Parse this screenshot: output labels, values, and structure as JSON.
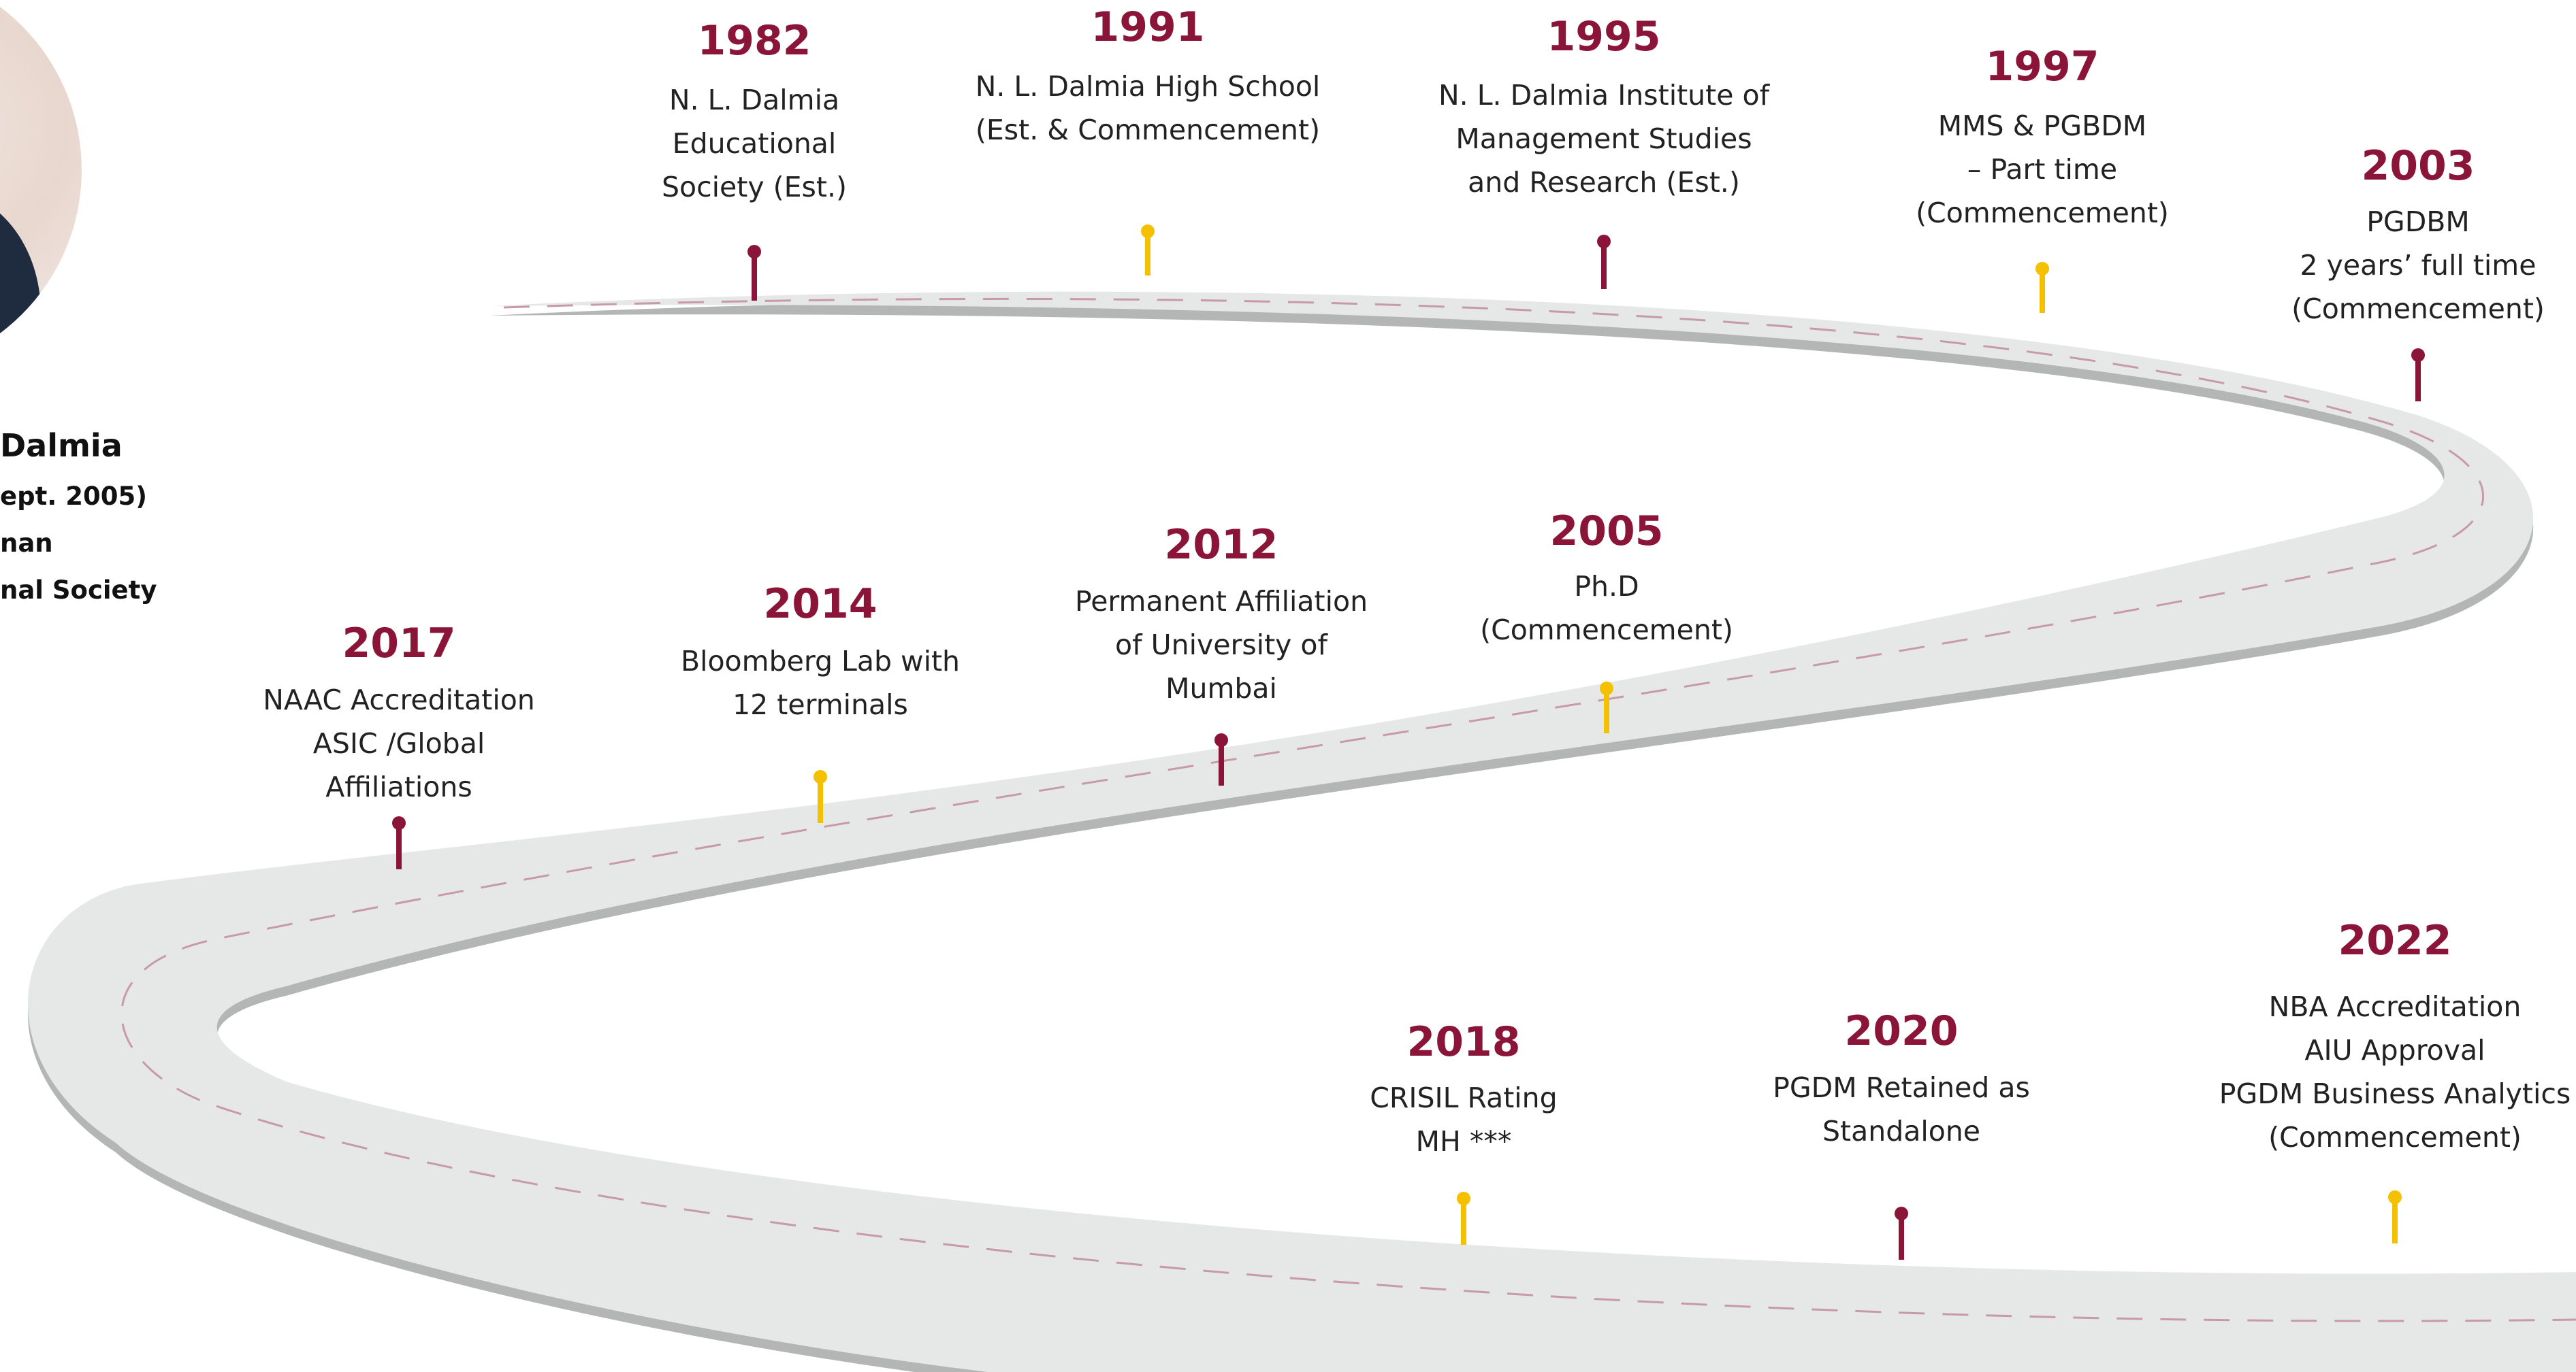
{
  "colors": {
    "accent": "#8b1538",
    "pin_maroon": "#8b1538",
    "pin_yellow": "#f5c000",
    "road": "#e6e7e7",
    "road_edge": "#b4b6b6",
    "road_center": "#c89aa8",
    "text": "#222222"
  },
  "founder": {
    "name": "Dalmia",
    "line2": "ept. 2005)",
    "line3": "nan",
    "line4": "nal Society"
  },
  "milestones": [
    {
      "year": "1982",
      "lines": [
        "N. L. Dalmia",
        "Educational",
        "Society (Est.)"
      ],
      "pin": "maroon"
    },
    {
      "year": "1991",
      "lines": [
        "N. L. Dalmia High School",
        "(Est. & Commencement)"
      ],
      "pin": "yellow"
    },
    {
      "year": "1995",
      "lines": [
        "N. L. Dalmia Institute of",
        "Management Studies",
        "and Research (Est.)"
      ],
      "pin": "maroon"
    },
    {
      "year": "1997",
      "lines": [
        "MMS & PGBDM",
        "– Part time",
        "(Commencement)"
      ],
      "pin": "yellow"
    },
    {
      "year": "2003",
      "lines": [
        "PGDBM",
        "2 years’ full time",
        "(Commencement)"
      ],
      "pin": "maroon"
    },
    {
      "year": "2005",
      "lines": [
        "Ph.D",
        "(Commencement)"
      ],
      "pin": "yellow"
    },
    {
      "year": "2012",
      "lines": [
        "Permanent Affiliation",
        "of University of",
        "Mumbai"
      ],
      "pin": "maroon"
    },
    {
      "year": "2014",
      "lines": [
        "Bloomberg Lab with",
        "12 terminals"
      ],
      "pin": "yellow"
    },
    {
      "year": "2017",
      "lines": [
        "NAAC Accreditation",
        "ASIC /Global",
        "Affiliations"
      ],
      "pin": "maroon"
    },
    {
      "year": "2018",
      "lines": [
        "CRISIL Rating",
        "MH ***"
      ],
      "pin": "yellow"
    },
    {
      "year": "2020",
      "lines": [
        "PGDM Retained as",
        "Standalone"
      ],
      "pin": "maroon"
    },
    {
      "year": "2022",
      "lines": [
        "NBA Accreditation",
        "AIU Approval",
        "PGDM Business Analytics",
        "(Commencement)"
      ],
      "pin": "yellow"
    }
  ]
}
